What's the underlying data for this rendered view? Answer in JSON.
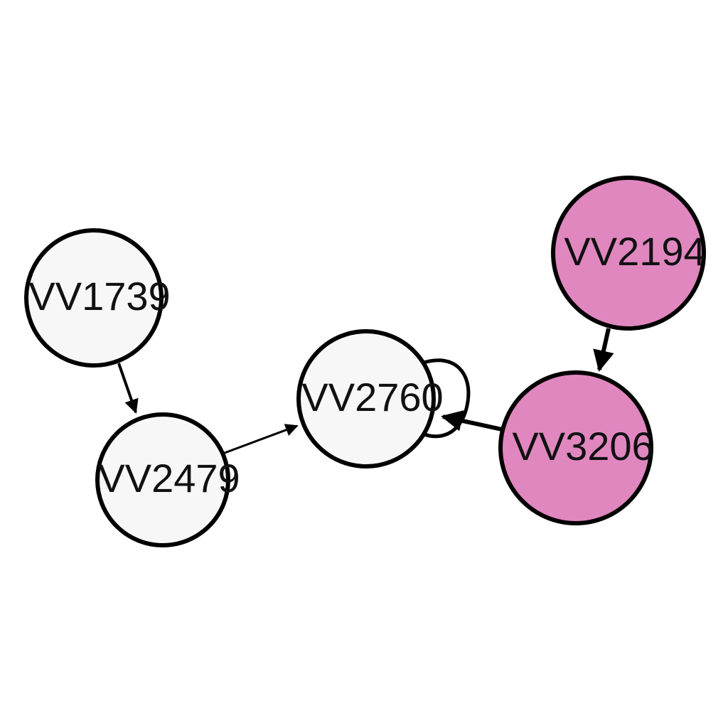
{
  "colors": {
    "default_fill": "#f7f7f7",
    "highlight_fill": "#e087c0",
    "stroke": "#000000"
  },
  "nodes": [
    {
      "id": "VV1739",
      "label": "VV1739",
      "highlighted": false
    },
    {
      "id": "VV2479",
      "label": "VV2479",
      "highlighted": false
    },
    {
      "id": "VV2760",
      "label": "VV2760",
      "highlighted": false
    },
    {
      "id": "VV2194",
      "label": "VV2194",
      "highlighted": true
    },
    {
      "id": "VV3206",
      "label": "VV3206",
      "highlighted": true
    }
  ],
  "edges": [
    {
      "from": "VV1739",
      "to": "VV2479"
    },
    {
      "from": "VV2479",
      "to": "VV2760"
    },
    {
      "from": "VV2760",
      "to": "VV2760"
    },
    {
      "from": "VV3206",
      "to": "VV2760"
    },
    {
      "from": "VV2194",
      "to": "VV3206"
    }
  ]
}
